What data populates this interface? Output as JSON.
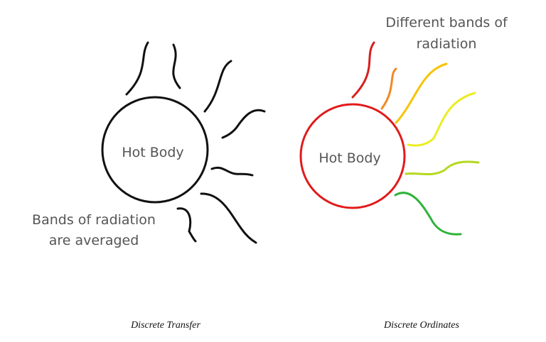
{
  "left_panel": {
    "body_label": "Hot Body",
    "note_line1": "Bands of radiation",
    "note_line2": "are averaged",
    "caption": "Discrete Transfer",
    "ray_color": "#111111",
    "circle_color": "#111111"
  },
  "right_panel": {
    "body_label": "Hot Body",
    "note_line1": "Different bands of",
    "note_line2": "radiation",
    "caption": "Discrete Ordinates",
    "circle_color": "#e21a1a",
    "band_colors": {
      "red": "#d81e1e",
      "orange": "#f08a24",
      "amber": "#f5c400",
      "yellow": "#ecec23",
      "yellow_green": "#b5d81f",
      "green": "#2fb33a"
    }
  }
}
